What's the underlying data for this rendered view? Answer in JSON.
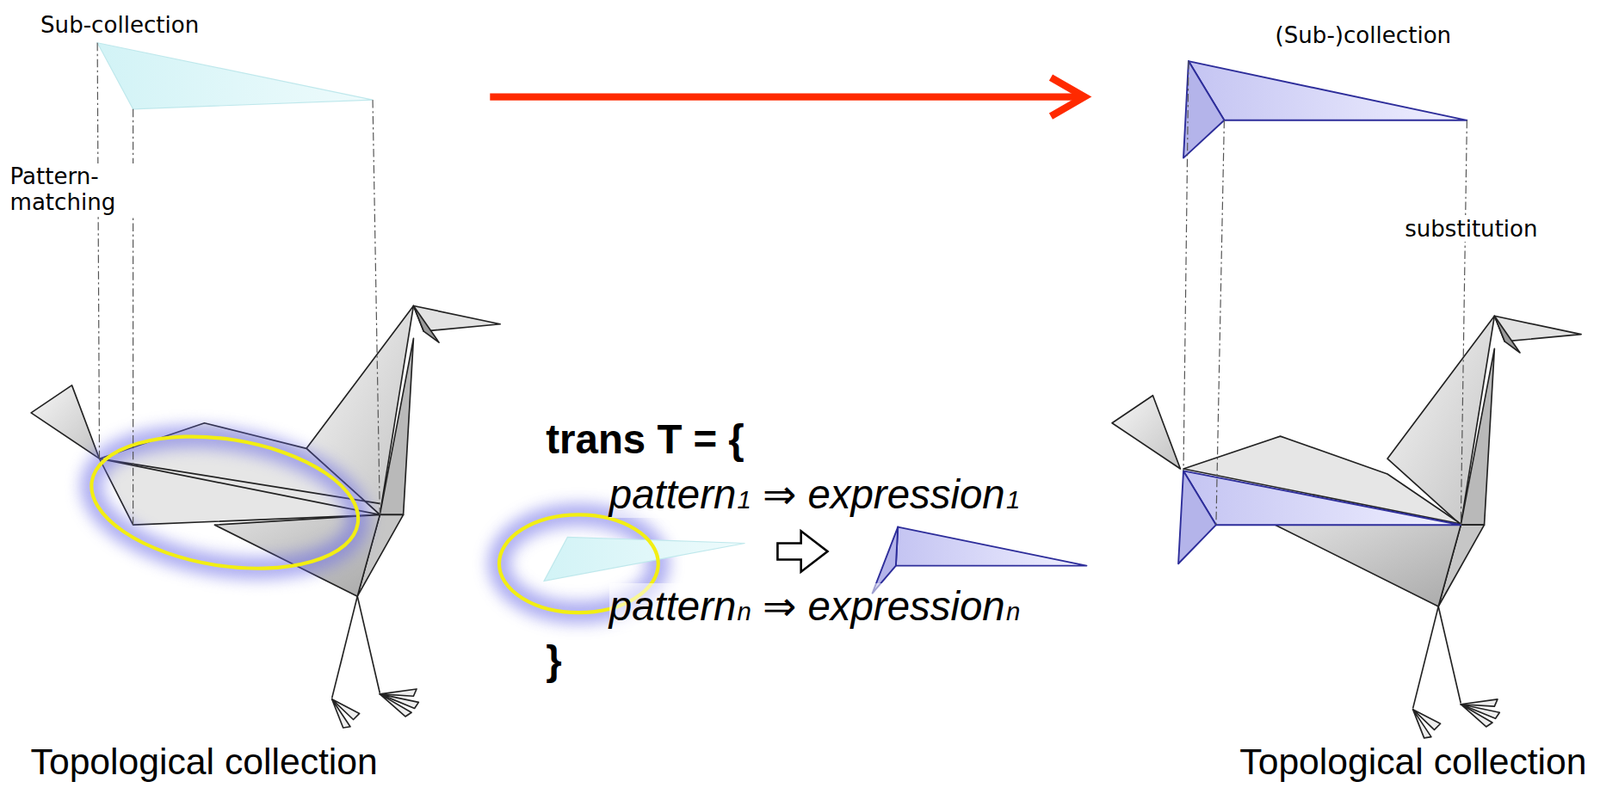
{
  "diagram": {
    "labels": [
      "Sub-collection",
      "Pattern-matching",
      "(Sub-)collection",
      "substitution",
      "trans T = {",
      "pattern",
      "1",
      "⇒",
      "expression",
      "1",
      "pattern",
      "n",
      "⇒",
      "expression",
      "n",
      "}",
      "Topological collection",
      "Topological collection"
    ]
  }
}
